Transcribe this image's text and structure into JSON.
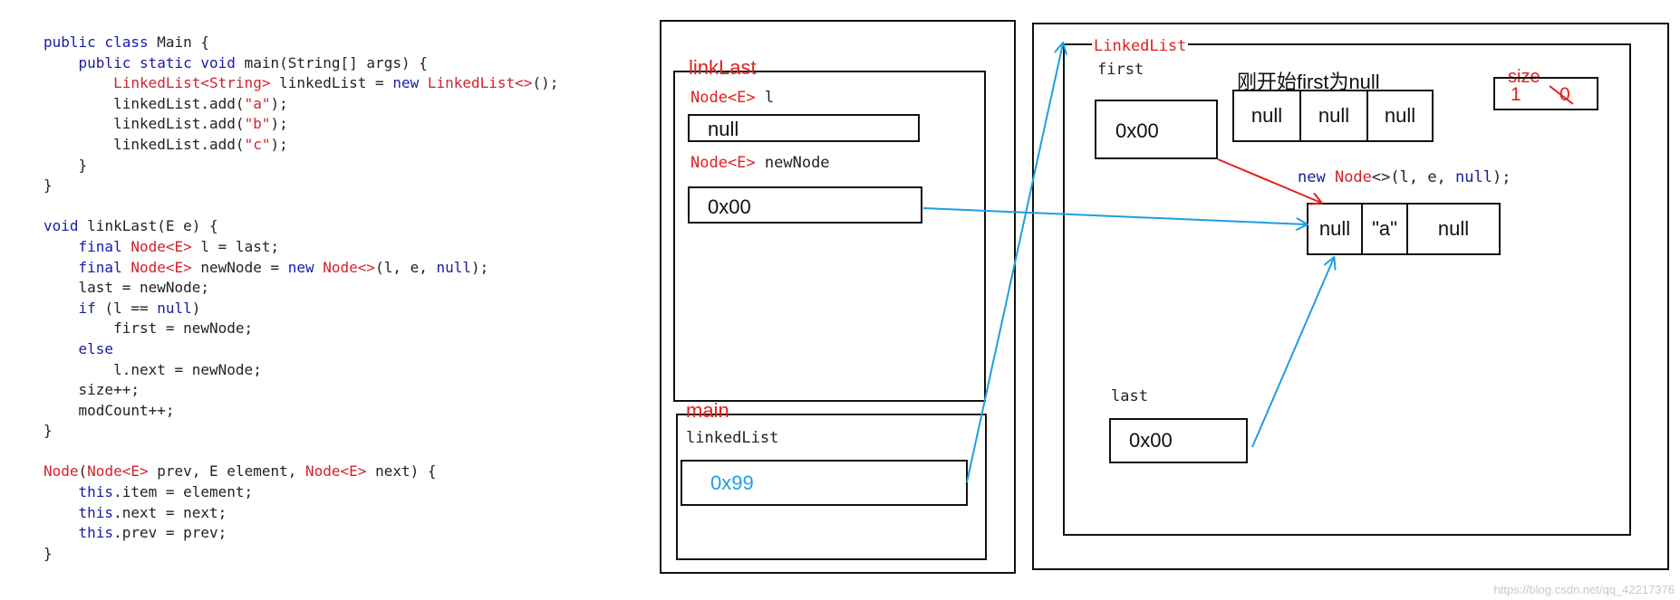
{
  "code": {
    "lines": [
      [
        {
          "t": "public class ",
          "c": "kw"
        },
        {
          "t": "Main {",
          "c": ""
        }
      ],
      [
        {
          "t": "    public static void ",
          "c": "kw"
        },
        {
          "t": "main(String[] args) {",
          "c": ""
        }
      ],
      [
        {
          "t": "        ",
          "c": ""
        },
        {
          "t": "LinkedList<String>",
          "c": "ty"
        },
        {
          "t": " linkedList = ",
          "c": ""
        },
        {
          "t": "new ",
          "c": "kw"
        },
        {
          "t": "LinkedList<>",
          "c": "ty"
        },
        {
          "t": "();",
          "c": ""
        }
      ],
      [
        {
          "t": "        linkedList.add(",
          "c": ""
        },
        {
          "t": "\"a\"",
          "c": "st"
        },
        {
          "t": ");",
          "c": ""
        }
      ],
      [
        {
          "t": "        linkedList.add(",
          "c": ""
        },
        {
          "t": "\"b\"",
          "c": "st"
        },
        {
          "t": ");",
          "c": ""
        }
      ],
      [
        {
          "t": "        linkedList.add(",
          "c": ""
        },
        {
          "t": "\"c\"",
          "c": "st"
        },
        {
          "t": ");",
          "c": ""
        }
      ],
      [
        {
          "t": "    }",
          "c": ""
        }
      ],
      [
        {
          "t": "}",
          "c": ""
        }
      ],
      [
        {
          "t": "",
          "c": ""
        }
      ],
      [
        {
          "t": "void ",
          "c": "kw"
        },
        {
          "t": "linkLast(E e) {",
          "c": ""
        }
      ],
      [
        {
          "t": "    final ",
          "c": "kw"
        },
        {
          "t": "Node<E>",
          "c": "ty"
        },
        {
          "t": " l = last;",
          "c": ""
        }
      ],
      [
        {
          "t": "    final ",
          "c": "kw"
        },
        {
          "t": "Node<E>",
          "c": "ty"
        },
        {
          "t": " newNode = ",
          "c": ""
        },
        {
          "t": "new ",
          "c": "kw"
        },
        {
          "t": "Node<>",
          "c": "ty"
        },
        {
          "t": "(l, e, ",
          "c": ""
        },
        {
          "t": "null",
          "c": "kw"
        },
        {
          "t": ");",
          "c": ""
        }
      ],
      [
        {
          "t": "    last = newNode;",
          "c": ""
        }
      ],
      [
        {
          "t": "    if ",
          "c": "kw"
        },
        {
          "t": "(l == ",
          "c": ""
        },
        {
          "t": "null",
          "c": "kw"
        },
        {
          "t": ")",
          "c": ""
        }
      ],
      [
        {
          "t": "        first = newNode;",
          "c": ""
        }
      ],
      [
        {
          "t": "    else",
          "c": "kw"
        }
      ],
      [
        {
          "t": "        l.next = newNode;",
          "c": ""
        }
      ],
      [
        {
          "t": "    size++;",
          "c": ""
        }
      ],
      [
        {
          "t": "    modCount++;",
          "c": ""
        }
      ],
      [
        {
          "t": "}",
          "c": ""
        }
      ],
      [
        {
          "t": "",
          "c": ""
        }
      ],
      [
        {
          "t": "Node",
          "c": "ty"
        },
        {
          "t": "(",
          "c": ""
        },
        {
          "t": "Node<E>",
          "c": "ty"
        },
        {
          "t": " prev, E element, ",
          "c": ""
        },
        {
          "t": "Node<E>",
          "c": "ty"
        },
        {
          "t": " next) {",
          "c": ""
        }
      ],
      [
        {
          "t": "    this",
          "c": "kw"
        },
        {
          "t": ".item = element;",
          "c": ""
        }
      ],
      [
        {
          "t": "    this",
          "c": "kw"
        },
        {
          "t": ".next = next;",
          "c": ""
        }
      ],
      [
        {
          "t": "    this",
          "c": "kw"
        },
        {
          "t": ".prev = prev;",
          "c": ""
        }
      ],
      [
        {
          "t": "}",
          "c": ""
        }
      ]
    ]
  },
  "stack": {
    "linklast_frame": {
      "title": "linkLast",
      "l_type": "Node<E>",
      "l_name": " l",
      "l_value": "null",
      "newnode_type": "Node<E>",
      "newnode_name": " newNode",
      "newnode_value": "0x00"
    },
    "main_frame": {
      "title": "main",
      "var_name": "linkedList",
      "var_value": "0x99"
    }
  },
  "heap": {
    "linkedlist_title": "LinkedList",
    "first_label": "first",
    "first_value": "0x00",
    "array_note": "刚开始first为null",
    "array_cells": [
      "null",
      "null",
      "null"
    ],
    "size_label": "size",
    "size_new": "1",
    "size_old": "0",
    "new_node_expr": [
      {
        "t": "new ",
        "c": "kw"
      },
      {
        "t": "Node",
        "c": "ty"
      },
      {
        "t": "<>(l, e, ",
        "c": ""
      },
      {
        "t": "null",
        "c": "kw"
      },
      {
        "t": ");",
        "c": ""
      }
    ],
    "node_cells": [
      {
        "t": "null",
        "c": ""
      },
      {
        "t": "\"a\"",
        "c": "red"
      },
      {
        "t": "null",
        "c": ""
      }
    ],
    "last_label": "last",
    "last_value": "0x00"
  },
  "colors": {
    "arrow_blue": "#1e9fe0",
    "arrow_red": "#e02020",
    "keyword": "#1a1aa6",
    "type_red": "#d2222d"
  },
  "watermark": "https://blog.csdn.net/qq_42217376"
}
